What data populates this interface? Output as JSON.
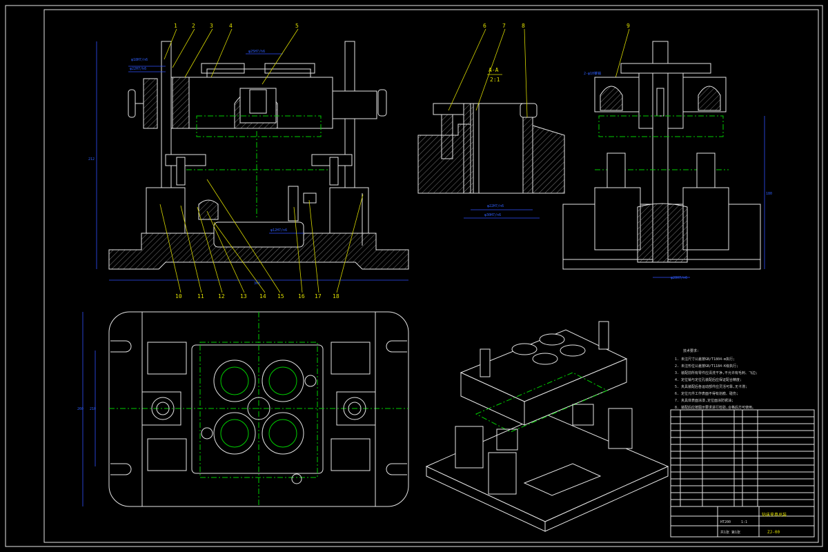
{
  "drawing": {
    "balloons_top": [
      "1",
      "2",
      "3",
      "4",
      "5",
      "6",
      "7",
      "8",
      "9"
    ],
    "balloons_bottom": [
      "10",
      "11",
      "12",
      "13",
      "14",
      "15",
      "16",
      "17",
      "18"
    ],
    "section_label": "A-A",
    "section_scale": "2:1",
    "dims": {
      "front_top1": "φ18H7/n6",
      "front_top2": "φ22H7/k6",
      "front_mid": "φ25H7/h6",
      "front_low": "φ12H7/n6",
      "front_height": "212",
      "front_width": "360",
      "sec_a": "φ22H7/n6",
      "sec_b": "φ30H7/n6",
      "side_top": "2-φ10锥销",
      "side_height": "180",
      "side_bottom": "φ20H7/n6",
      "plan_a": "260",
      "plan_b": "210"
    },
    "notes_title": "技术要求:",
    "notes": [
      "1. 未注尺寸公差按GB/T1804-m执行;",
      "2. 未注形位公差按GB/T1184-K级执行;",
      "3. 装配前所有零件应清洗干净,不允许有毛刺、飞边;",
      "4. 定位销与定位孔装配后应保证配合精度;",
      "5. 夹具装配后各运动部件应灵活可靠,无卡滞;",
      "6. 定位元件工作表面不得有划痕、碰伤;",
      "7. 夹具体表面涂漆,定位面涂防锈油;",
      "8. 装配后应按图示要求进行检验,合格后方可使用。"
    ],
    "title_block": {
      "drawing_name": "钻床夹具总装",
      "drawing_no": "ZJ-00",
      "material": "HT200",
      "scale": "1:1",
      "sheet": "共1张 第1张"
    }
  }
}
